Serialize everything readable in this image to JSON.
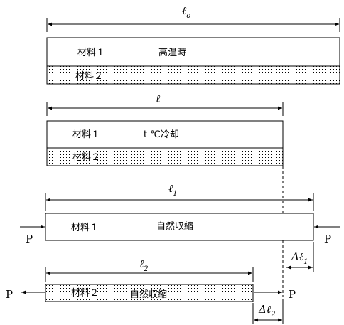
{
  "diagram": {
    "stage1": {
      "length_label": "ℓ",
      "length_sub": "o",
      "top_material": "材料１",
      "condition": "高温時",
      "bottom_material": "材料２"
    },
    "stage2": {
      "length_label": "ℓ",
      "top_material": "材料１",
      "condition": "t ℃冷却",
      "bottom_material": "材料２"
    },
    "stage3": {
      "length_label": "ℓ",
      "length_sub": "1",
      "material": "材料１",
      "condition": "自然収縮",
      "force_left": "P",
      "force_right": "P",
      "delta_prefix": "Δℓ",
      "delta_sub": "1"
    },
    "stage4": {
      "length_label": "ℓ",
      "length_sub": "2",
      "material": "材料２",
      "condition": "自然収縮",
      "force_left": "P",
      "force_right": "P",
      "delta_prefix": "Δℓ",
      "delta_sub": "2"
    }
  }
}
